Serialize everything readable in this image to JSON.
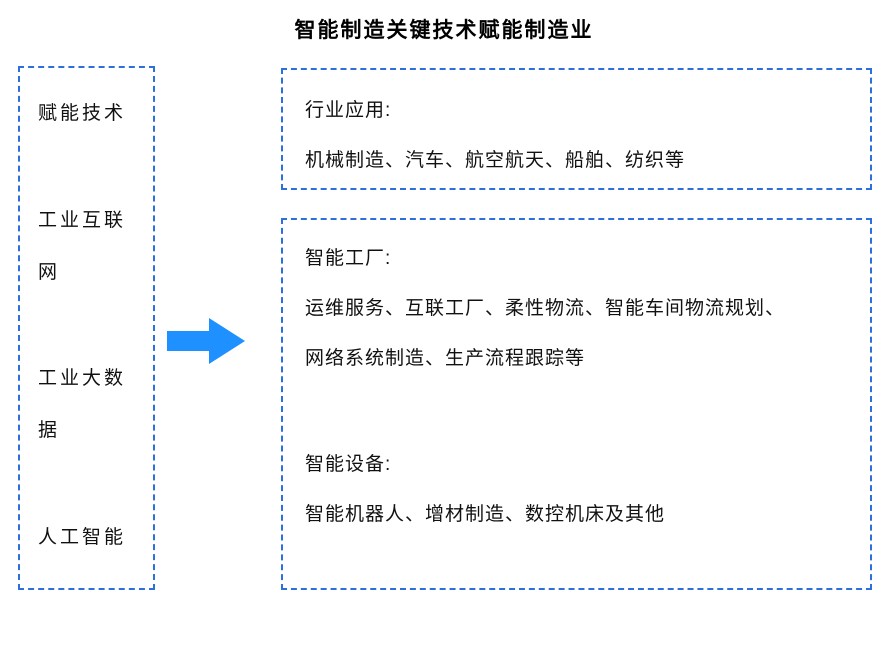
{
  "title": "智能制造关键技术赋能制造业",
  "colors": {
    "box_border": "#2e6fde",
    "arrow": "#1e90ff",
    "text": "#111111",
    "background": "#ffffff"
  },
  "left_panel": {
    "items": [
      "赋能技术",
      "工业互联网",
      "工业大数据",
      "人工智能"
    ]
  },
  "arrow": {
    "icon": "arrow-right-icon",
    "direction": "right"
  },
  "industry_panel": {
    "heading": "行业应用:",
    "line": "机械制造、汽车、航空航天、船舶、纺织等"
  },
  "smart_panel": {
    "factory": {
      "heading": "智能工厂:",
      "line1": "运维服务、互联工厂、柔性物流、智能车间物流规划、",
      "line2": "网络系统制造、生产流程跟踪等"
    },
    "equipment": {
      "heading": "智能设备:",
      "line1": "智能机器人、增材制造、数控机床及其他"
    }
  }
}
